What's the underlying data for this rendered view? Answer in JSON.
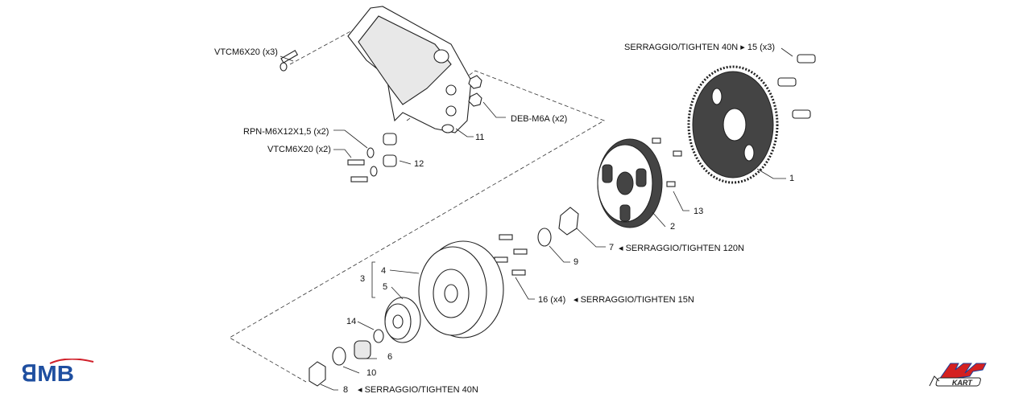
{
  "callouts": {
    "vtcm_x3": "VTCM6X20 (x3)",
    "deb": "DEB-M6A (x2)",
    "rpn": "RPN-M6X12X1,5 (x2)",
    "vtcm_x2": "VTCM6X20 (x2)",
    "n11": "11",
    "n12": "12",
    "tighten40_top": "SERRAGGIO/TIGHTEN 40N ▸ 15 (x3)",
    "n1": "1",
    "n2": "2",
    "n13": "13",
    "n7": "7",
    "tighten120": "◂ SERRAGGIO/TIGHTEN 120N",
    "n9": "9",
    "n3": "3",
    "n4": "4",
    "n5": "5",
    "n16": "16 (x4)",
    "tighten15": "◂ SERRAGGIO/TIGHTEN 15N",
    "n14": "14",
    "n6": "6",
    "n10": "10",
    "n8": "8",
    "tighten40_bottom": "◂ SERRAGGIO/TIGHTEN 40N"
  },
  "logos": {
    "left": "BMB",
    "right": "MP KART"
  },
  "colors": {
    "bmb_blue": "#1f4fa0",
    "bmb_red": "#d0202a",
    "mp_red": "#d42020",
    "mp_blue": "#1c3f9a"
  }
}
